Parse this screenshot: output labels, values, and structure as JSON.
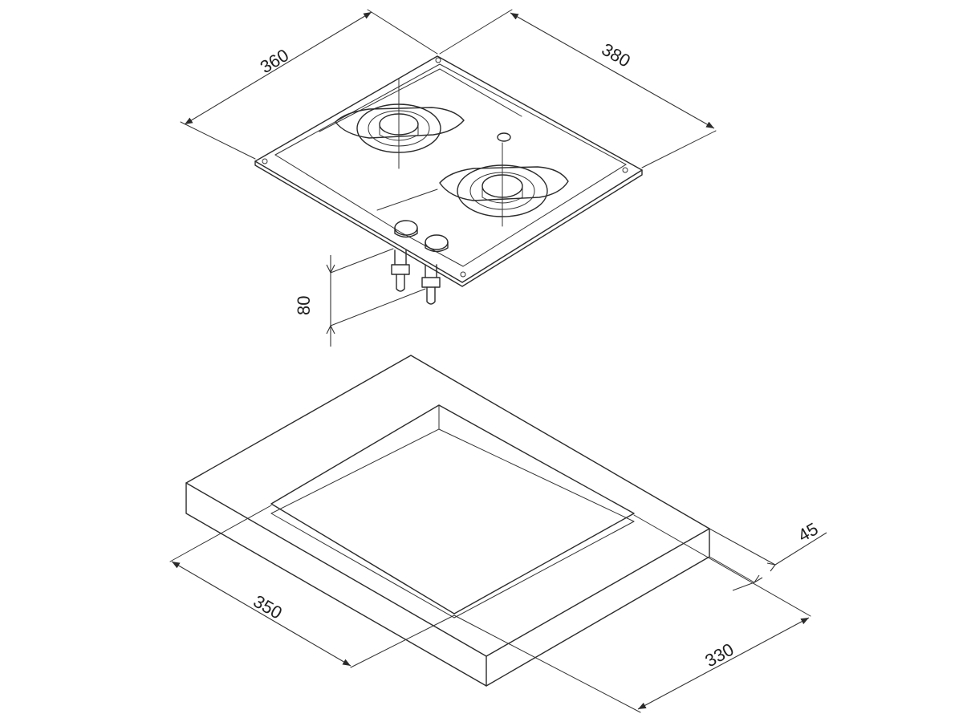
{
  "dimensions": {
    "hob_depth": "360",
    "hob_width": "380",
    "hob_height_below": "80",
    "cutout_depth": "350",
    "cutout_width": "330",
    "counter_thickness": "45"
  },
  "colors": {
    "line": "#2b2b2b",
    "background": "#ffffff"
  }
}
